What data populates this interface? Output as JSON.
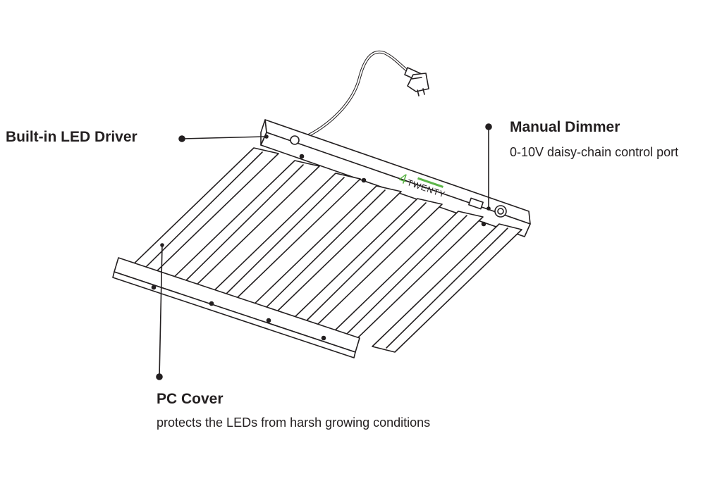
{
  "callouts": {
    "driver": {
      "title": "Built-in LED Driver"
    },
    "dimmer": {
      "title": "Manual Dimmer",
      "description": "0-10V daisy-chain control port"
    },
    "cover": {
      "title": "PC Cover",
      "description": "protects the LEDs from harsh growing conditions"
    }
  },
  "logo": {
    "mark": "4",
    "text": "TWENTY",
    "accent_color": "#5cb548"
  },
  "colors": {
    "line": "#231f20",
    "background": "#ffffff"
  }
}
